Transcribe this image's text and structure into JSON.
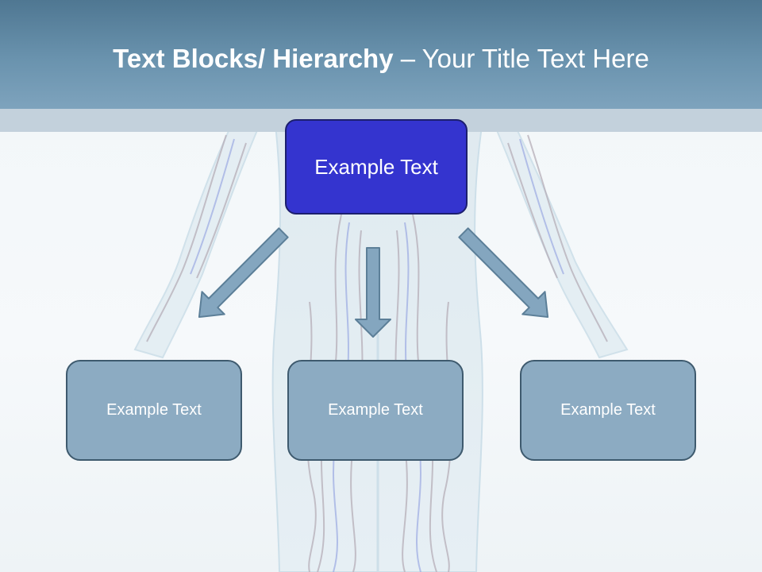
{
  "slide": {
    "title_bold": "Text Blocks/ Hierarchy",
    "title_rest": " – Your Title Text Here"
  },
  "hierarchy": {
    "top": "Example Text",
    "children": [
      "Example Text",
      "Example Text",
      "Example Text"
    ]
  },
  "colors": {
    "header": "#6a93ae",
    "top_box": "#3434cf",
    "child_box": "#8cabc2",
    "arrow": "#84a6bf"
  },
  "background": {
    "description_icon": "human-circulatory-figure"
  }
}
